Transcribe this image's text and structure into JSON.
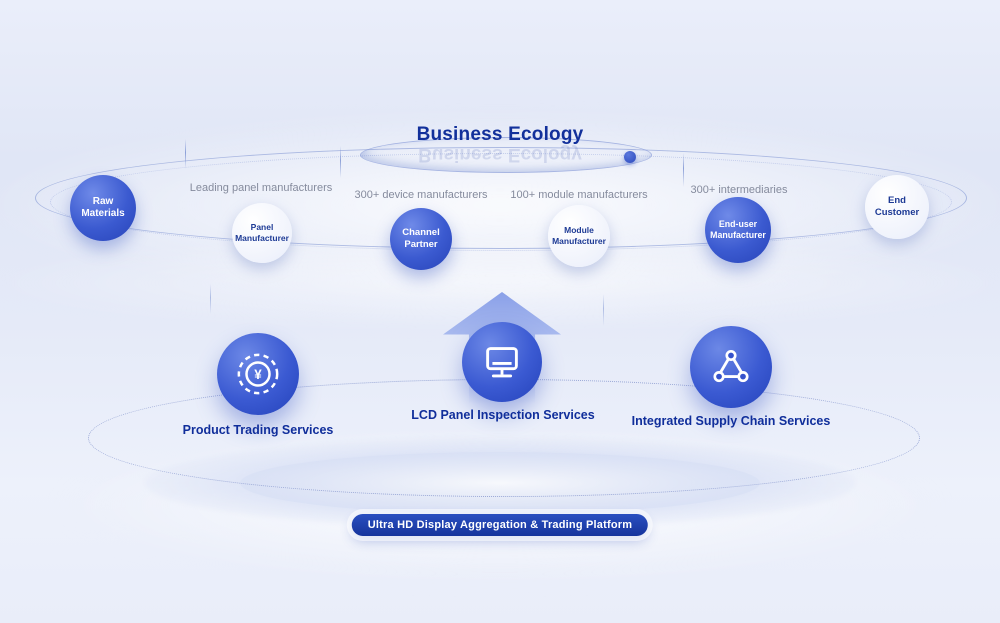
{
  "title": "Business Ecology",
  "ecosystem": {
    "labels": [
      {
        "text": "Leading panel manufacturers"
      },
      {
        "text": "300+ device manufacturers"
      },
      {
        "text": "100+ module manufacturers"
      },
      {
        "text": "300+ intermediaries"
      }
    ],
    "nodes": [
      {
        "label": "Raw Materials",
        "style": "blue"
      },
      {
        "label": "Panel Manufacturer",
        "style": "light"
      },
      {
        "label": "Channel Partner",
        "style": "blue"
      },
      {
        "label": "Module Manufacturer",
        "style": "light"
      },
      {
        "label": "End-user Manufacturer",
        "style": "blue"
      },
      {
        "label": "End Customer",
        "style": "light"
      }
    ]
  },
  "services": [
    {
      "label": "Product Trading Services",
      "icon": "yuan-coin-icon"
    },
    {
      "label": "LCD Panel Inspection Services",
      "icon": "monitor-icon"
    },
    {
      "label": "Integrated Supply Chain Services",
      "icon": "share-nodes-icon"
    }
  ],
  "platform_badge": "Ultra HD Display Aggregation & Trading Platform",
  "colors": {
    "accent_blue": "#2f54c7",
    "title_blue": "#12309b",
    "badge_blue": "#16349c",
    "label_gray": "#858b9d",
    "background": "#e5eaf8"
  }
}
